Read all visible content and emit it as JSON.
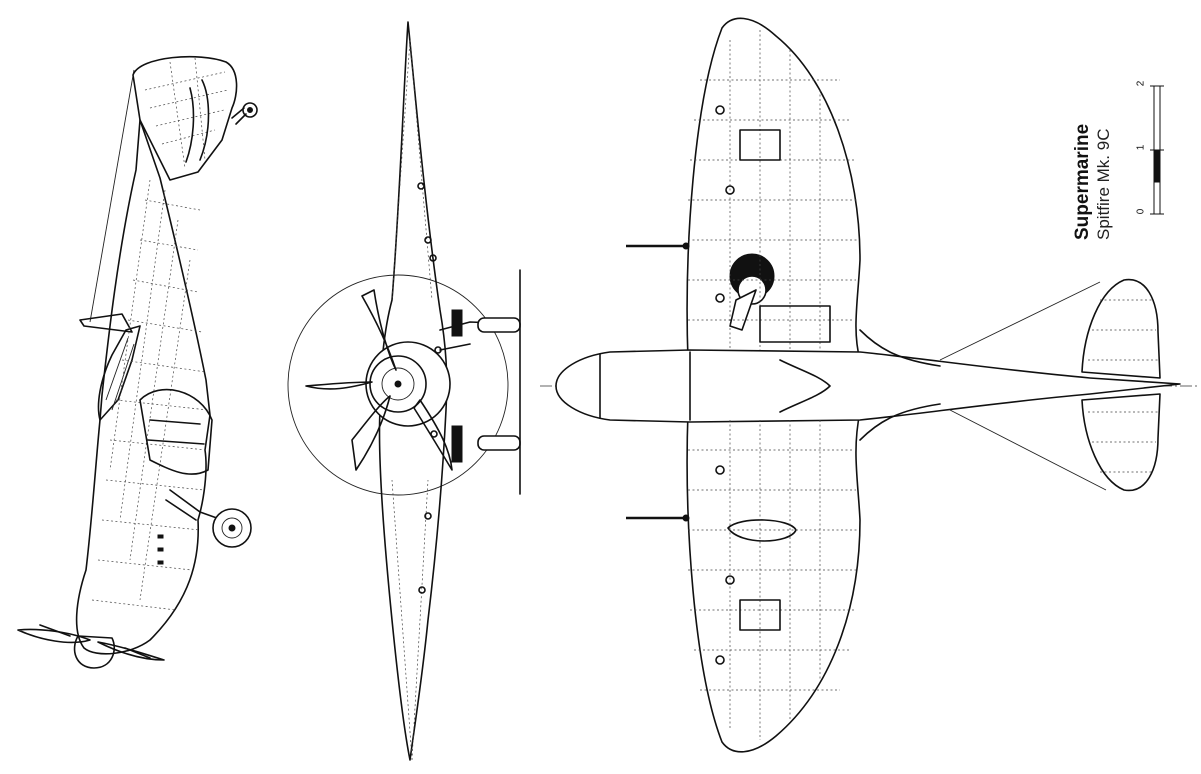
{
  "title": {
    "manufacturer": "Supermarine",
    "model": "Spitfire Mk. 9C"
  },
  "scale_bar": {
    "labels": [
      "0",
      "1",
      "2"
    ]
  },
  "views": [
    "side-view",
    "front-view",
    "top-view"
  ]
}
